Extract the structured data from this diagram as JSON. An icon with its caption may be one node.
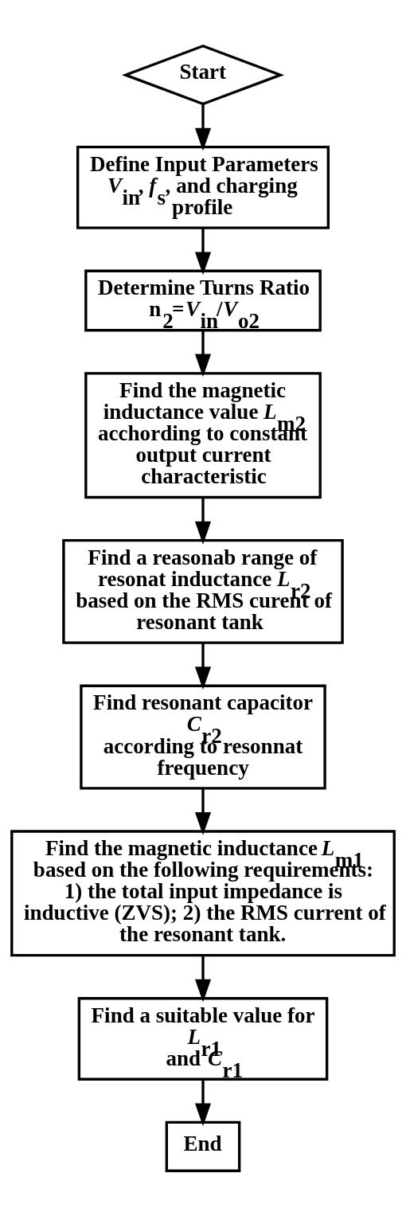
{
  "diagram": {
    "nodes": [
      {
        "text": [
          "Start"
        ]
      },
      {
        "text": [
          "Define Input Parameters",
          "*V*$_{in}$, *f*$_{s}$, and charging profile"
        ]
      },
      {
        "text": [
          "Determine Turns Ratio",
          "n$_{2}$=*V*$_{in}$/*V*$_{o2}$"
        ]
      },
      {
        "text": [
          "Find the magnetic inductance value *L*$_{m2}$ acchording to constant output current characteristic"
        ]
      },
      {
        "text": [
          "Find a reasonab range of resonat inductance *L*$_{r2}$ based on the RMS curent of  resonant tank"
        ]
      },
      {
        "text": [
          "Find resonant capacitor *C*$_{r2}$ according to resonnat frequency"
        ]
      },
      {
        "text": [
          "Find the magnetic inductance *L*$_{m1}$ based on the following requirements: 1) the total input impedance is inductive (ZVS); 2) the RMS current of the resonant tank."
        ]
      },
      {
        "text": [
          "Find a suitable value for *L*$_{r1}$ and *C*$_{r1}$"
        ]
      },
      {
        "text": [
          "End"
        ]
      }
    ],
    "edges": [
      {
        "from": 0,
        "to": 1,
        "arrow": "to"
      },
      {
        "from": 1,
        "to": 2,
        "arrow": "to"
      },
      {
        "from": 2,
        "to": 3,
        "arrow": "to"
      },
      {
        "from": 3,
        "to": 4,
        "arrow": "to"
      },
      {
        "from": 4,
        "to": 5,
        "arrow": "to"
      },
      {
        "from": 5,
        "to": 6,
        "arrow": "to"
      },
      {
        "from": 6,
        "to": 7,
        "arrow": "to"
      },
      {
        "from": 7,
        "to": 8,
        "arrow": "to"
      }
    ]
  }
}
